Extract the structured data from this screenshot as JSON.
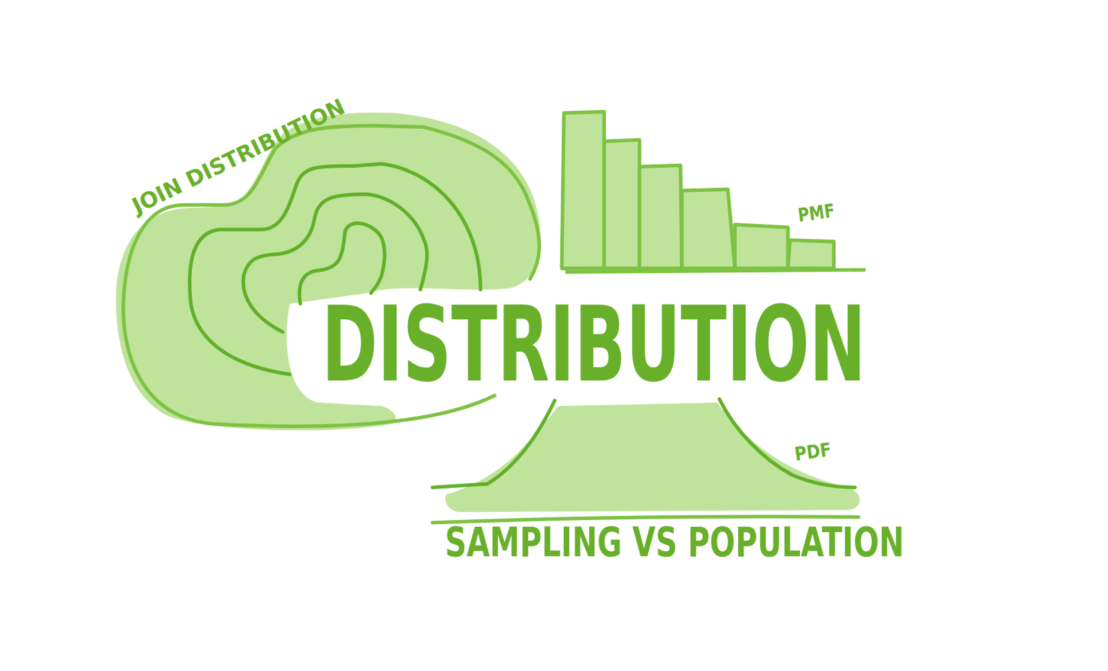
{
  "diagram": {
    "title": "DISTRIBUTION",
    "labels": [
      "JOIN DISTRIBUTION",
      "PMF",
      "PDF",
      "SAMPLING VS POPULATION"
    ]
  }
}
